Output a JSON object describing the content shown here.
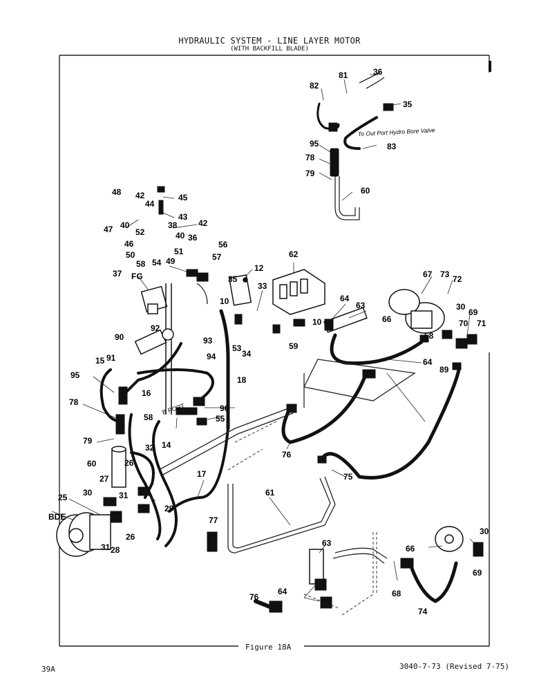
{
  "title": "HYDRAULIC SYSTEM - LINE LAYER MOTOR",
  "subtitle": "(WITH BACKFILL BLADE)",
  "figure_caption": "Figure 18A",
  "page_number": "39A",
  "document_number": "3040-7-73 (Revised 7-75)",
  "notes": {
    "to_out_port": "To Out Port Hydro Bore Valve",
    "b_port": "B PORT",
    "fg": "FG",
    "bde": "BDE"
  },
  "callouts": [
    "36",
    "81",
    "82",
    "35",
    "95",
    "83",
    "78",
    "79",
    "60",
    "48",
    "45",
    "42",
    "44",
    "43",
    "47",
    "40",
    "38",
    "42",
    "40",
    "52",
    "46",
    "51",
    "36",
    "56",
    "50",
    "49",
    "58",
    "54",
    "57",
    "37",
    "35",
    "12",
    "62",
    "33",
    "10",
    "10",
    "67",
    "73",
    "72",
    "64",
    "63",
    "66",
    "30",
    "69",
    "70",
    "71",
    "53",
    "34",
    "59",
    "58",
    "92",
    "90",
    "93",
    "91",
    "94",
    "64",
    "89",
    "15",
    "18",
    "95",
    "16",
    "78",
    "96",
    "58",
    "55",
    "79",
    "14",
    "76",
    "32",
    "60",
    "26",
    "75",
    "27",
    "17",
    "31",
    "61",
    "29",
    "25",
    "30",
    "28",
    "26",
    "31",
    "77",
    "63",
    "66",
    "30",
    "69",
    "76",
    "64",
    "68",
    "74"
  ]
}
